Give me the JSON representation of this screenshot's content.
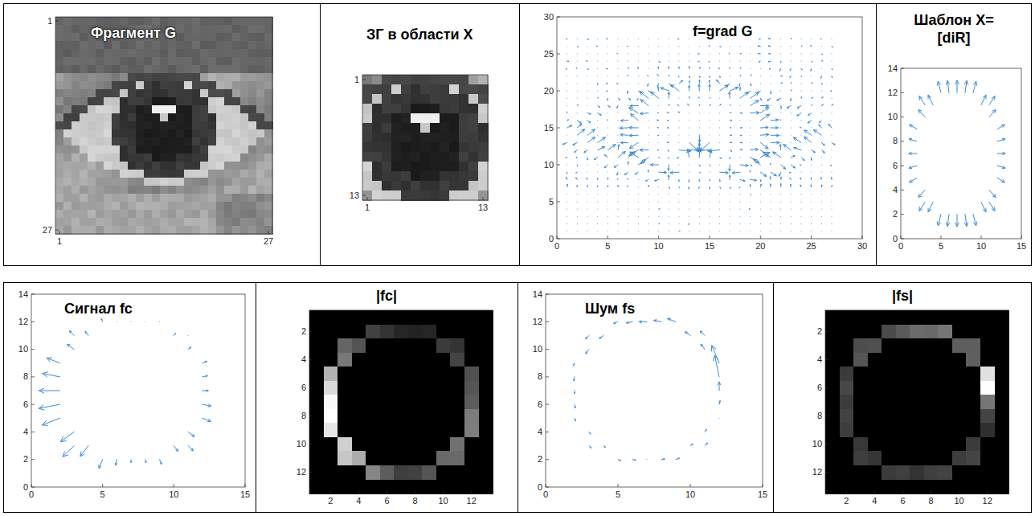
{
  "diagram": {
    "nodes": [
      {
        "text": [
          "Фрагмент G"
        ]
      },
      {
        "text": [
          "ЗГ в области X"
        ]
      },
      {
        "text": [
          "f=grad G"
        ]
      },
      {
        "text": [
          "Шаблон X=[diR]"
        ]
      },
      {
        "text": [
          "Сигнал fc"
        ]
      },
      {
        "text": [
          "|fc|"
        ]
      },
      {
        "text": [
          "Шум fs"
        ]
      },
      {
        "text": [
          "|fs|"
        ]
      }
    ],
    "labels": [
      "1",
      "27",
      "1",
      "27",
      "1",
      "13",
      "1",
      "13",
      "30",
      "25",
      "20",
      "15",
      "10",
      "5",
      "0",
      "0",
      "5",
      "10",
      "15",
      "20",
      "25",
      "30",
      "14",
      "12",
      "10",
      "8",
      "6",
      "4",
      "2",
      "0",
      "0",
      "5",
      "10",
      "15",
      "14",
      "12",
      "10",
      "8",
      "6",
      "4",
      "2",
      "0",
      "0",
      "5",
      "10",
      "15",
      "2",
      "4",
      "6",
      "8",
      "10",
      "12",
      "2",
      "4",
      "6",
      "8",
      "10",
      "12",
      "14",
      "12",
      "10",
      "8",
      "6",
      "4",
      "2",
      "0",
      "0",
      "5",
      "10",
      "15",
      "2",
      "4",
      "6",
      "8",
      "10",
      "12",
      "2",
      "4",
      "6",
      "8",
      "10",
      "12"
    ]
  }
}
